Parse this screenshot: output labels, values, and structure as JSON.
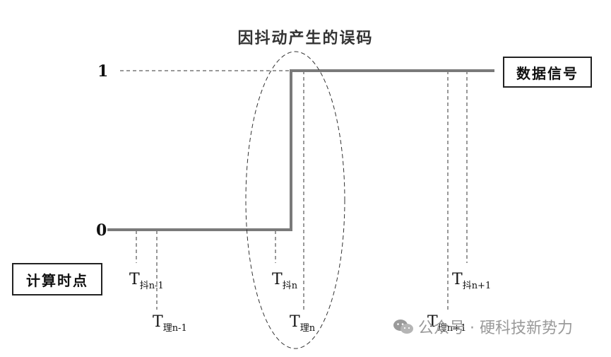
{
  "diagram": {
    "caption": "因抖动产生的误码",
    "level_high": "1",
    "level_low": "0",
    "signal_box": "数据信号",
    "time_box": "计算时点",
    "markers": [
      {
        "base": "T",
        "sub": "抖n-1"
      },
      {
        "base": "T",
        "sub": "理n-1"
      },
      {
        "base": "T",
        "sub": "抖n"
      },
      {
        "base": "T",
        "sub": "理n"
      },
      {
        "base": "T",
        "sub": "理n+1"
      },
      {
        "base": "T",
        "sub": "抖n+1"
      }
    ]
  },
  "watermark": {
    "text": "公众号 · 硬科技新势力",
    "icon": "wechat-icon"
  },
  "colors": {
    "signal": "#7a7a7a",
    "dashed": "#333333",
    "watermark": "#9a9a9a"
  }
}
